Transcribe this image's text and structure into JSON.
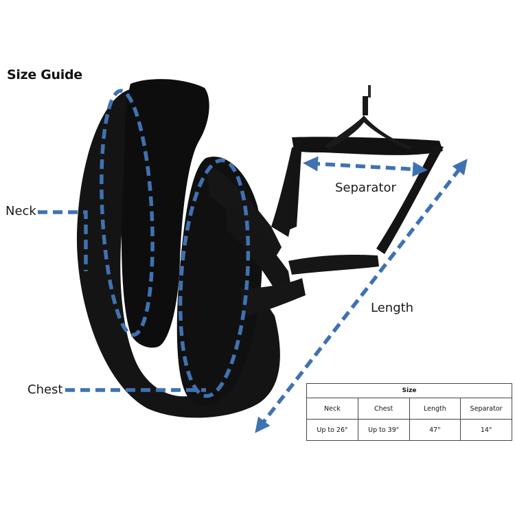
{
  "title": "Size Guide",
  "labels": {
    "neck": "Neck",
    "chest": "Chest",
    "separator": "Separator",
    "length": "Length"
  },
  "table": {
    "header": "Size",
    "columns": [
      "Neck",
      "Chest",
      "Length",
      "Separator"
    ],
    "values": [
      "Up to 26\"",
      "Up to  39\"",
      "47\"",
      "14\""
    ]
  },
  "colors": {
    "dash": "#3f72b1",
    "harness": "#141414",
    "text": "#1a1a1a"
  }
}
